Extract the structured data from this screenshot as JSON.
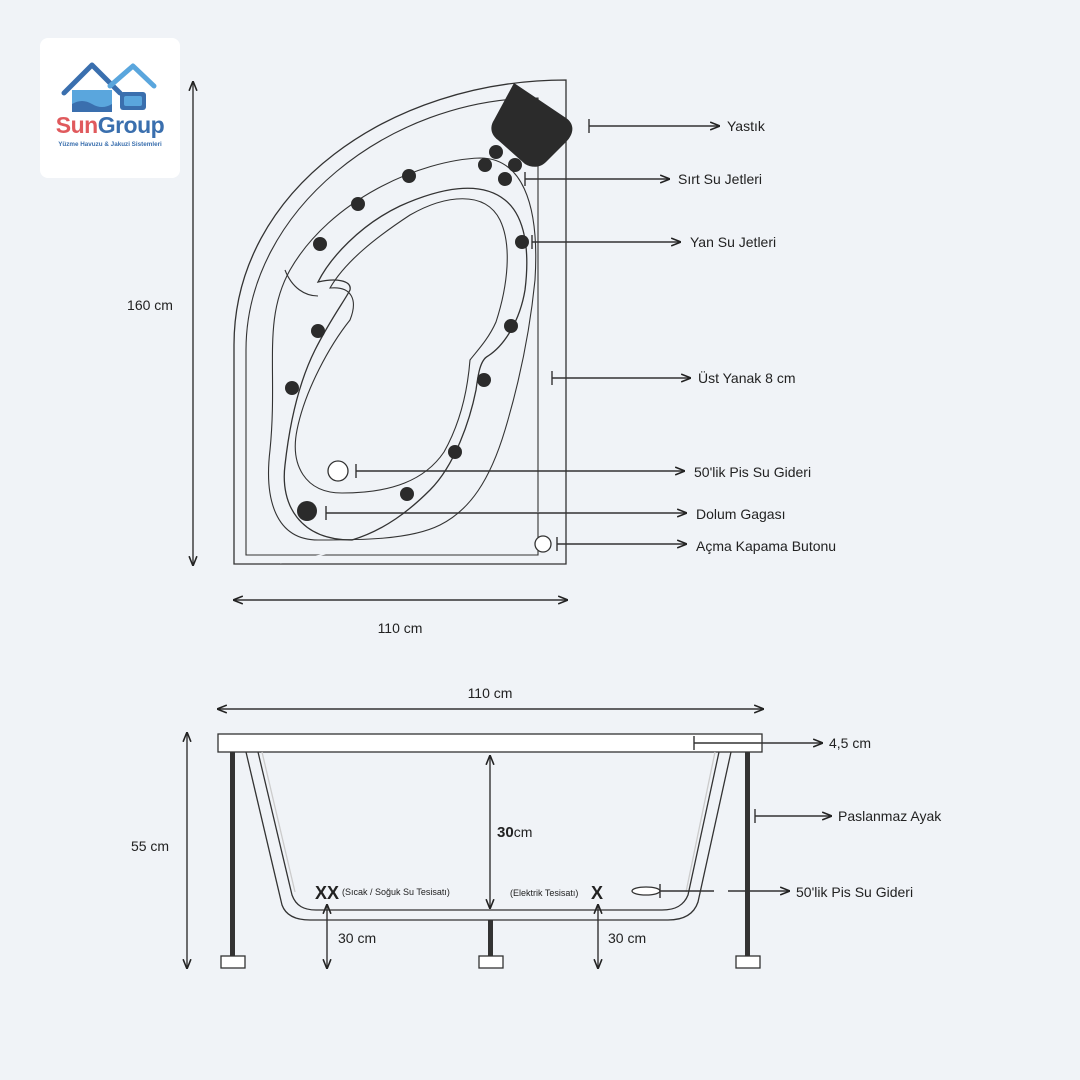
{
  "brand": {
    "name_part1": "Sun",
    "name_part2": "Group",
    "tagline": "Yüzme Havuzu & Jakuzi Sistemleri",
    "colors": {
      "red": "#e05a5d",
      "blue": "#3a6fae",
      "light_blue": "#5aa6dd"
    }
  },
  "top_view": {
    "height_label": "160 cm",
    "width_label": "110 cm",
    "callouts": [
      "Yastık",
      "Sırt Su Jetleri",
      "Yan Su Jetleri",
      "Üst Yanak 8 cm",
      "50'lik Pis Su Gideri",
      "Dolum Gagası",
      "Açma Kapama Butonu"
    ]
  },
  "side_view": {
    "width_label": "110 cm",
    "height_label": "55 cm",
    "rim_label": "4,5 cm",
    "leg_label": "Paslanmaz Ayak",
    "depth_value": "30",
    "depth_unit": "cm",
    "drain_label": "50'lik Pis Su Gideri",
    "left_mark": "XX",
    "left_note": "(Sıcak / Soğuk Su Tesisatı)",
    "right_mark": "X",
    "right_note": "(Elektrik Tesisatı)",
    "left_floor_label": "30 cm",
    "right_floor_label": "30 cm"
  }
}
